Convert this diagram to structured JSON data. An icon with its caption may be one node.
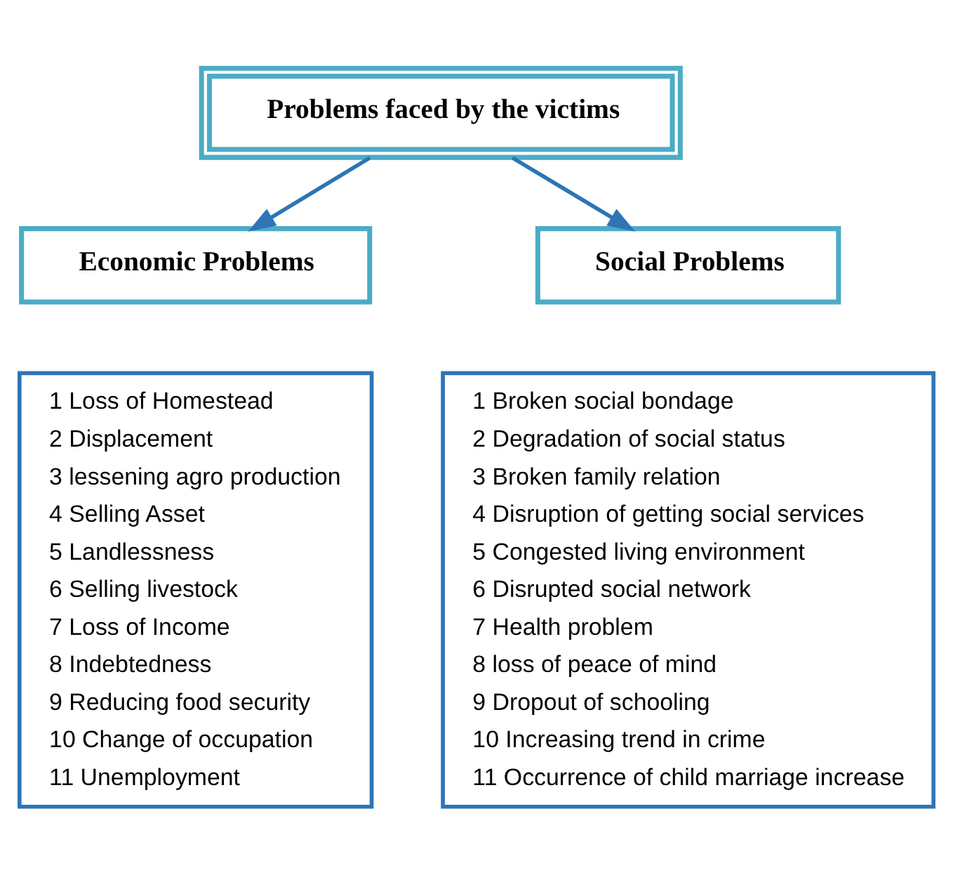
{
  "diagram": {
    "nodes": [
      {
        "text": [
          "Problems faced by the victims"
        ]
      },
      {
        "text": [
          "Economic Problems"
        ]
      },
      {
        "text": [
          "Social Problems"
        ]
      },
      {
        "text": [
          "1 Loss of Homestead",
          "2 Displacement",
          "3 lessening agro production",
          "4 Selling Asset",
          "5 Landlessness",
          "6 Selling livestock",
          "7 Loss of Income",
          "8 Indebtedness",
          "9 Reducing food security",
          "10 Change of occupation",
          "11 Unemployment"
        ]
      },
      {
        "text": [
          "1 Broken social bondage",
          "2 Degradation of social status",
          "3 Broken family relation",
          "4 Disruption of getting social services",
          "5 Congested living environment",
          "6 Disrupted social network",
          "7 Health problem",
          "8 loss of peace of mind",
          "9 Dropout of schooling",
          "10 Increasing trend in crime",
          "11 Occurrence of child marriage increase"
        ]
      }
    ],
    "edges": [
      {
        "from": 0,
        "to": 1,
        "arrow": "to"
      },
      {
        "from": 0,
        "to": 2,
        "arrow": "to"
      }
    ]
  }
}
